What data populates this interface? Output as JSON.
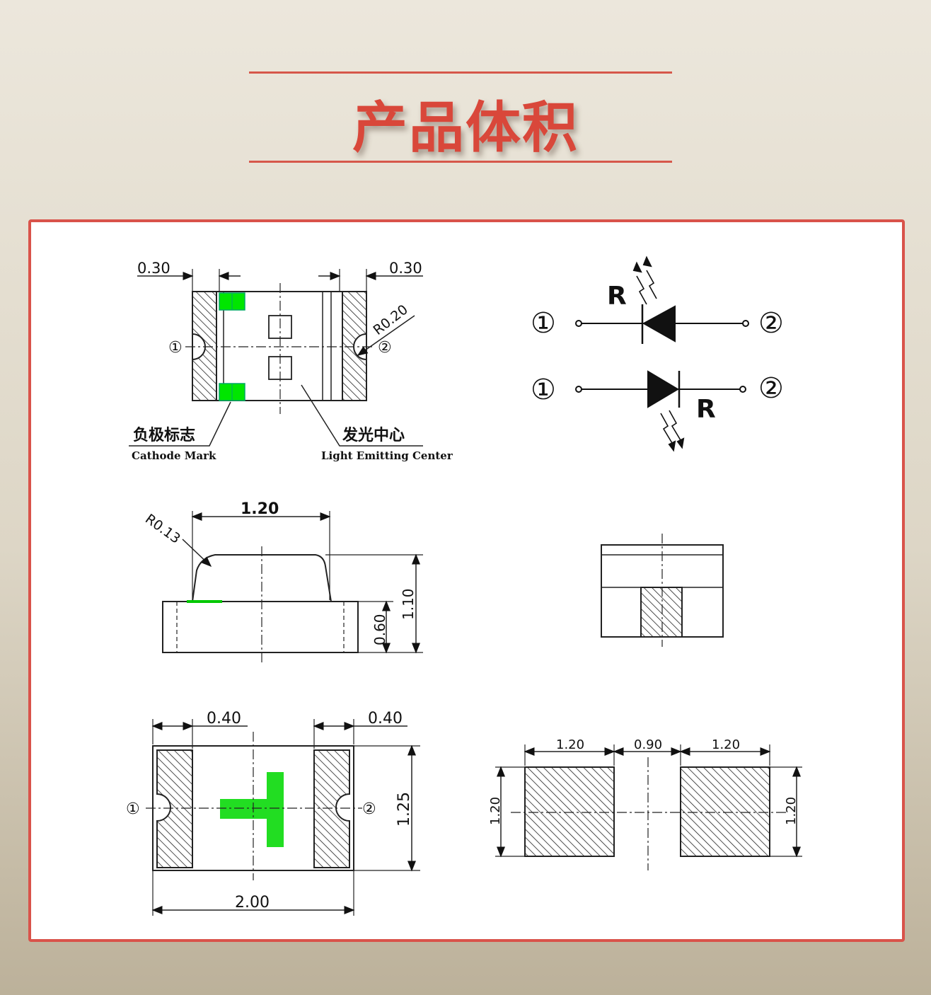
{
  "header": {
    "title": "产品体积"
  },
  "diagrams": {
    "top_view": {
      "dim_left": "0.30",
      "dim_right": "0.30",
      "radius": "R0.20",
      "pin1": "①",
      "pin2": "②",
      "cathode_cn": "负极标志",
      "cathode_en": "Cathode Mark",
      "center_cn": "发光中心",
      "center_en": "Light Emitting Center"
    },
    "symbols": {
      "pin1": "①",
      "pin2": "②",
      "label": "R"
    },
    "side_view": {
      "width": "1.20",
      "radius": "R0.13",
      "height_body": "0.60",
      "height_total": "1.10"
    },
    "bottom_view": {
      "pad_left": "0.40",
      "pad_right": "0.40",
      "height": "1.25",
      "length": "2.00",
      "pin1": "①",
      "pin2": "②"
    },
    "footprint": {
      "pad_w_left": "1.20",
      "gap": "0.90",
      "pad_w_right": "1.20",
      "pad_h_left": "1.20",
      "pad_h_right": "1.20"
    }
  },
  "colors": {
    "accent": "#d9473a",
    "border": "#d9534a",
    "mark_green": "#00e600"
  }
}
